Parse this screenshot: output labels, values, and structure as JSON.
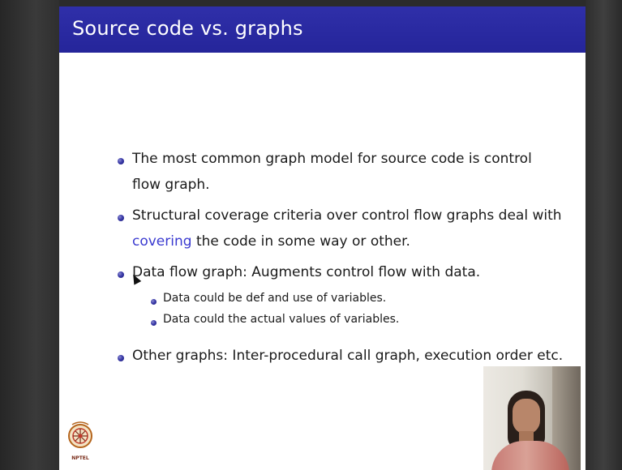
{
  "slide": {
    "title": "Source code vs. graphs",
    "bullets": [
      {
        "lines": [
          "The most common graph model for source code is control",
          "flow graph."
        ]
      },
      {
        "line1": "Structural coverage criteria over control flow graphs deal with",
        "line2_highlight": "covering",
        "line2_rest": " the code in some way or other."
      },
      {
        "lines": [
          "Data flow graph:  Augments control flow with data."
        ],
        "subitems": [
          "Data could be def and use of variables.",
          "Data could the actual values of variables."
        ]
      },
      {
        "lines": [
          "Other graphs:  Inter-procedural call graph, execution order etc."
        ]
      }
    ],
    "logo_text": "NPTEL",
    "colors": {
      "title_bar": "#2f2fa9",
      "accent_text": "#3a3ad0",
      "bullet": "#3a3aa8"
    }
  }
}
